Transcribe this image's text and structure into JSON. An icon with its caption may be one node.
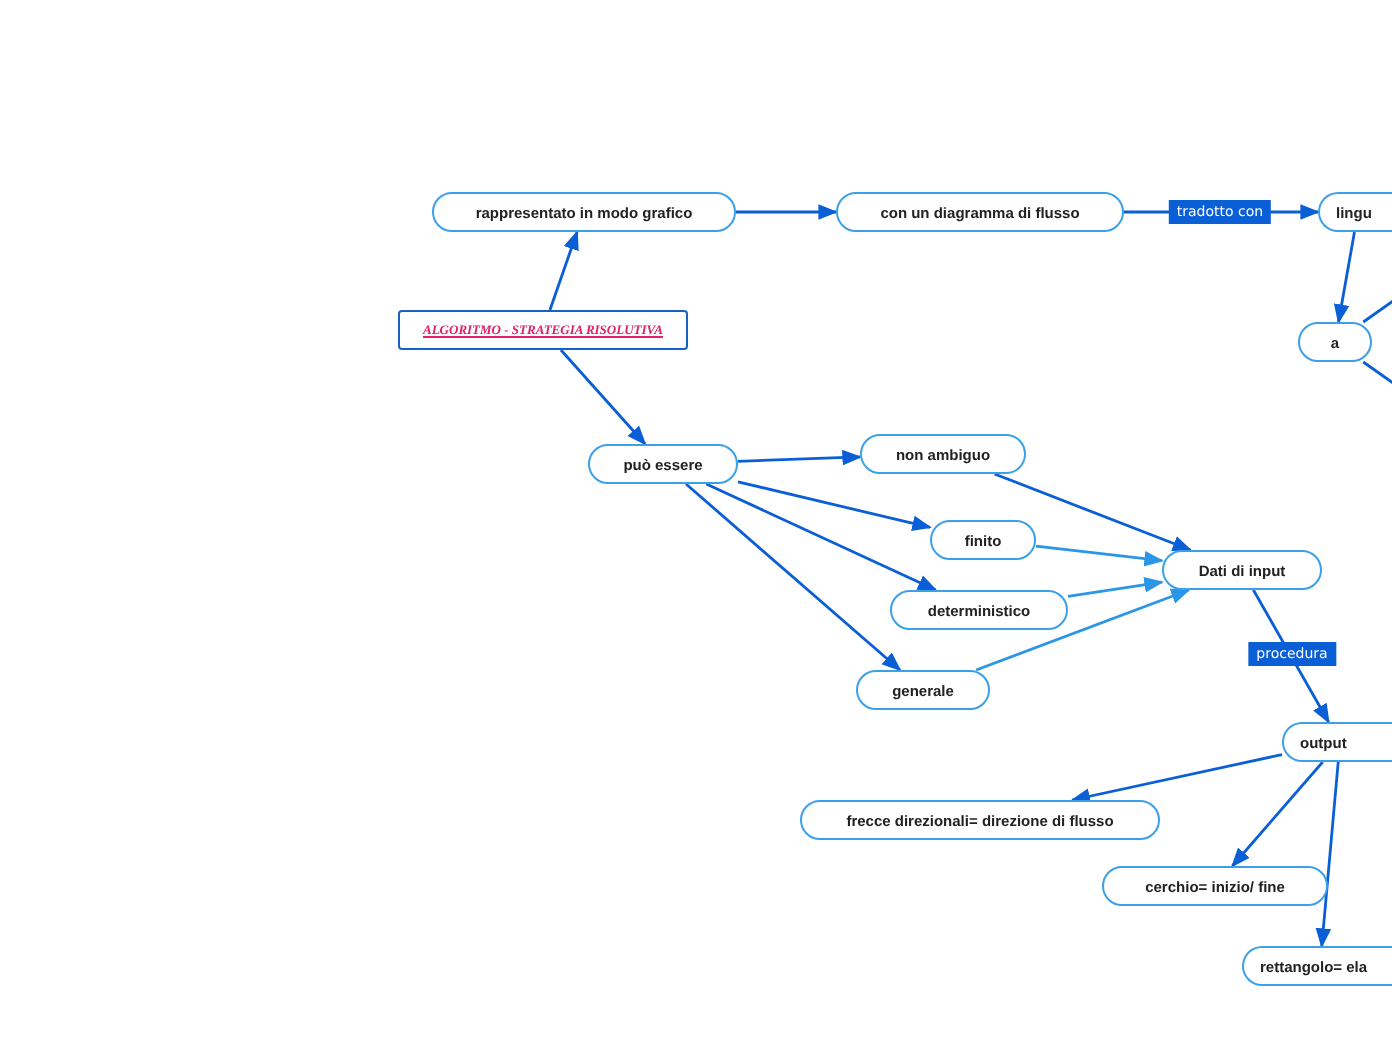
{
  "diagram": {
    "nodes": [
      {
        "text": [
          "ALGORITMO - STRATEGIA RISOLUTIVA"
        ]
      },
      {
        "text": [
          "rappresentato in modo grafico"
        ]
      },
      {
        "text": [
          "con un diagramma di flusso"
        ]
      },
      {
        "text": [
          "lingu"
        ]
      },
      {
        "text": [
          "a"
        ]
      },
      {
        "text": [
          "può essere"
        ]
      },
      {
        "text": [
          "non ambiguo"
        ]
      },
      {
        "text": [
          "finito"
        ]
      },
      {
        "text": [
          "deterministico"
        ]
      },
      {
        "text": [
          "generale"
        ]
      },
      {
        "text": [
          "Dati di input"
        ]
      },
      {
        "text": [
          "output"
        ]
      },
      {
        "text": [
          "frecce direzionali= direzione di flusso"
        ]
      },
      {
        "text": [
          "cerchio= inizio/ fine"
        ]
      },
      {
        "text": [
          "rettangolo= ela"
        ]
      }
    ],
    "edges": [
      {
        "from": 0,
        "to": 1,
        "arrow": "to"
      },
      {
        "from": 1,
        "to": 2,
        "arrow": "to"
      },
      {
        "from": 2,
        "to": 3,
        "arrow": "to",
        "label": "tradotto con"
      },
      {
        "from": 3,
        "to": 4,
        "arrow": "to"
      },
      {
        "from": 4,
        "to": null,
        "arrow": "none"
      },
      {
        "from": 4,
        "to": null,
        "arrow": "none"
      },
      {
        "from": 0,
        "to": 5,
        "arrow": "to"
      },
      {
        "from": 5,
        "to": 6,
        "arrow": "to"
      },
      {
        "from": 5,
        "to": 7,
        "arrow": "to"
      },
      {
        "from": 5,
        "to": 8,
        "arrow": "to"
      },
      {
        "from": 5,
        "to": 9,
        "arrow": "to"
      },
      {
        "from": 6,
        "to": 10,
        "arrow": "to"
      },
      {
        "from": 7,
        "to": 10,
        "arrow": "to",
        "color": "#2a96e8"
      },
      {
        "from": 8,
        "to": 10,
        "arrow": "to",
        "color": "#2a96e8"
      },
      {
        "from": 9,
        "to": 10,
        "arrow": "to",
        "color": "#2a96e8"
      },
      {
        "from": 10,
        "to": 11,
        "arrow": "to",
        "label": "procedura"
      },
      {
        "from": 11,
        "to": 12,
        "arrow": "to"
      },
      {
        "from": 11,
        "to": 13,
        "arrow": "to"
      },
      {
        "from": 11,
        "to": 14,
        "arrow": "to"
      }
    ]
  }
}
